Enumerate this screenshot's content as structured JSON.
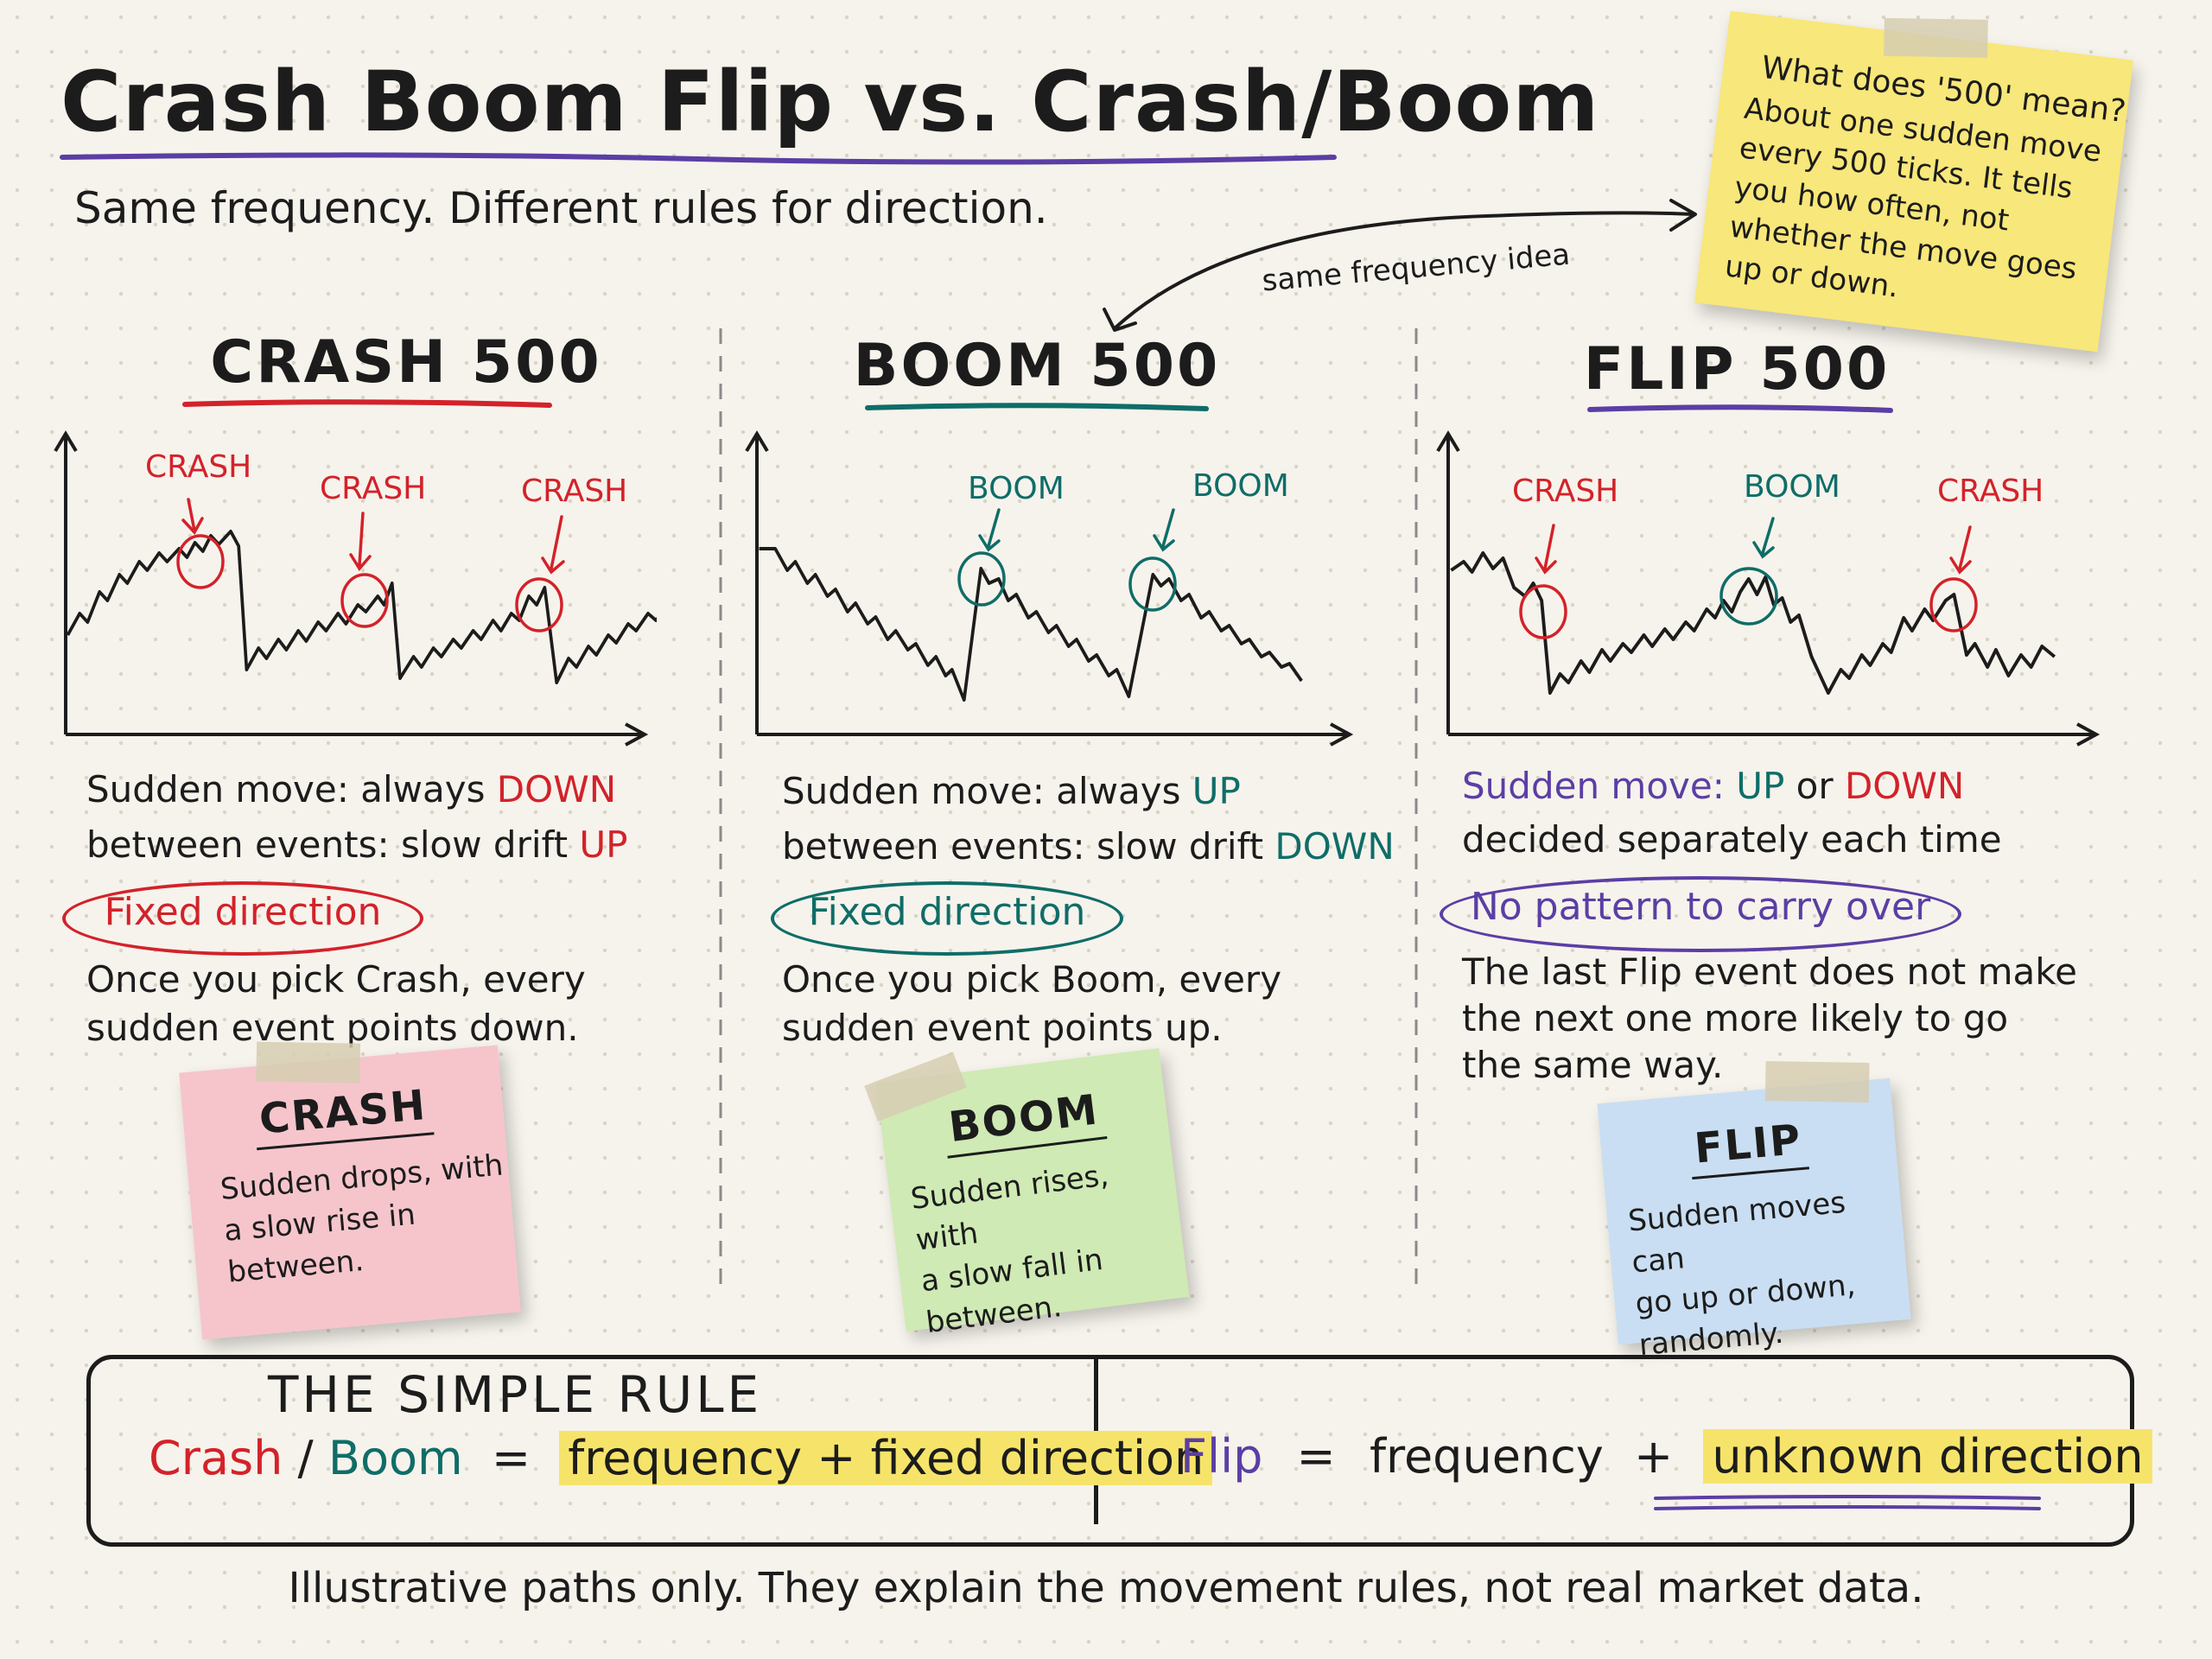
{
  "title": "Crash Boom Flip vs. Crash/Boom",
  "subtitle": "Same frequency. Different rules for direction.",
  "annotation": "same frequency idea",
  "top_note": {
    "question": "What does '500' mean?",
    "lines": [
      "About one sudden move",
      "every 500 ticks. It tells",
      "you how often, not",
      "whether the move goes",
      "up or down."
    ]
  },
  "panels": {
    "crash": {
      "header": "CRASH 500",
      "event_labels": [
        "CRASH",
        "CRASH",
        "CRASH"
      ],
      "line1_prefix": "Sudden move: always ",
      "line1_word": "DOWN",
      "line2_prefix": "between events: slow drift ",
      "line2_word": "UP",
      "oval": "Fixed direction",
      "desc": [
        "Once you pick Crash, every",
        "sudden event points down."
      ],
      "note_title": "CRASH",
      "note_body": [
        "Sudden drops, with",
        "a slow rise in",
        "between."
      ]
    },
    "boom": {
      "header": "BOOM 500",
      "event_labels": [
        "BOOM",
        "BOOM"
      ],
      "line1_prefix": "Sudden move: always ",
      "line1_word": "UP",
      "line2_prefix": "between events: slow drift ",
      "line2_word": "DOWN",
      "oval": "Fixed direction",
      "desc": [
        "Once you pick Boom, every",
        "sudden event points up."
      ],
      "note_title": "BOOM",
      "note_body": [
        "Sudden rises, with",
        "a slow fall in",
        "between."
      ]
    },
    "flip": {
      "header": "FLIP 500",
      "event_labels": [
        "CRASH",
        "BOOM",
        "CRASH"
      ],
      "line1_prefix": "Sudden move: ",
      "line1_word_a": "UP",
      "line1_mid": " or ",
      "line1_word_b": "DOWN",
      "line2": "decided separately each time",
      "oval": "No pattern to carry over",
      "desc": [
        "The last Flip event does not make",
        "the next one more likely to go",
        "the same way."
      ],
      "note_title": "FLIP",
      "note_body": [
        "Sudden moves can",
        "go up or down,",
        "randomly."
      ]
    }
  },
  "rule": {
    "heading": "THE SIMPLE RULE",
    "left_crash": "Crash",
    "left_slash": "/",
    "left_boom": "Boom",
    "left_eq": "=",
    "left_rhs": "frequency + fixed direction",
    "right_flip": "Flip",
    "right_eq": "=",
    "right_freq": "frequency",
    "right_plus": "+",
    "right_rhs": "unknown direction"
  },
  "footer": "Illustrative paths only. They explain the movement rules, not real market data.",
  "colors": {
    "red": "#d3222a",
    "teal": "#0f6d68",
    "purple": "#5b3ea5",
    "highlight": "#f6e46a"
  }
}
